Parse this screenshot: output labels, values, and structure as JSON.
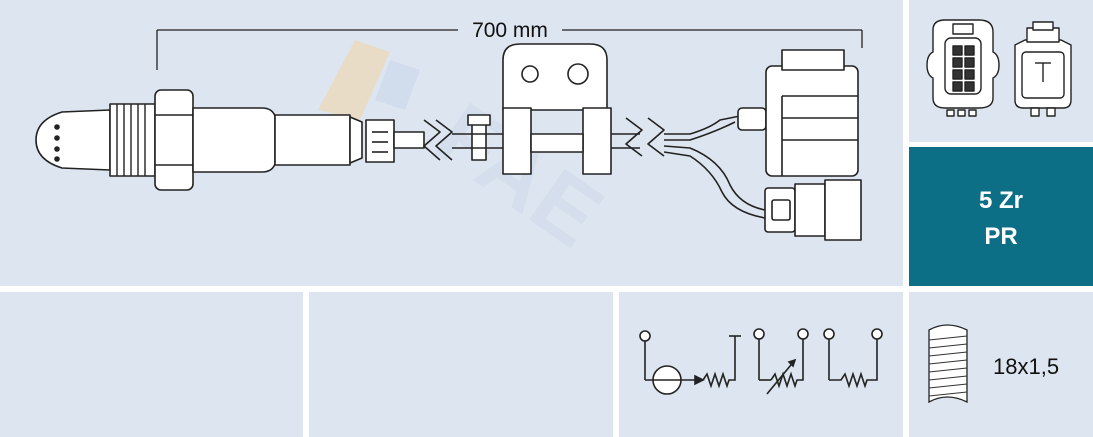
{
  "sensor": {
    "cable_length": "700 mm"
  },
  "type_panel": {
    "line1": "5 Zr",
    "line2": "PR",
    "background": "#0d6f86"
  },
  "thread": {
    "size": "18x1,5"
  },
  "watermark": {
    "text": "FAE"
  },
  "colors": {
    "panel": "#dde5f0",
    "line": "#222222",
    "accent": "#0d6f86"
  }
}
